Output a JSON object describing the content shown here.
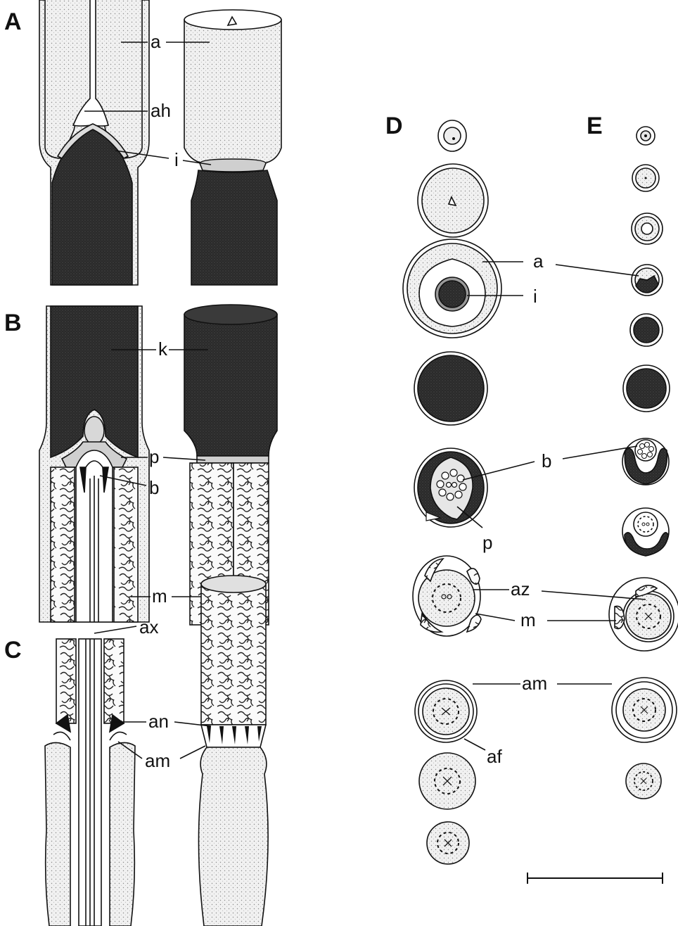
{
  "panels": {
    "A": "A",
    "B": "B",
    "C": "C",
    "D": "D",
    "E": "E"
  },
  "labels": {
    "a": "a",
    "ah": "ah",
    "i": "i",
    "k": "k",
    "p": "p",
    "b": "b",
    "m": "m",
    "ax": "ax",
    "an": "an",
    "am": "am",
    "az": "az",
    "af": "af"
  },
  "colors": {
    "ink": "#111111",
    "dark_fill": "#2b2b2b",
    "light_stipple": "#ebebeb",
    "paper": "#ffffff"
  }
}
